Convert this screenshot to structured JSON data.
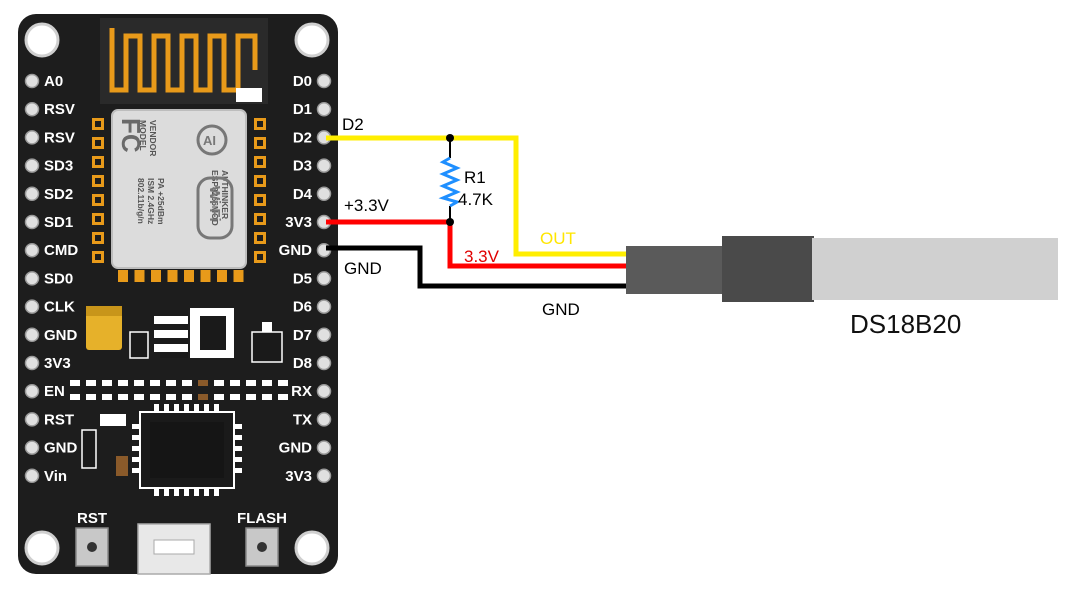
{
  "board": {
    "left_pins": [
      "A0",
      "RSV",
      "RSV",
      "SD3",
      "SD2",
      "SD1",
      "CMD",
      "SD0",
      "CLK",
      "GND",
      "3V3",
      "EN",
      "RST",
      "GND",
      "Vin"
    ],
    "right_pins": [
      "D0",
      "D1",
      "D2",
      "D3",
      "D4",
      "3V3",
      "GND",
      "D5",
      "D6",
      "D7",
      "D8",
      "RX",
      "TX",
      "GND",
      "3V3"
    ],
    "rst_button_label": "RST",
    "flash_button_label": "FLASH",
    "module": {
      "line1": "MODEL",
      "line2": "VENDOR",
      "line3": "ESP8266MOD",
      "line4": "AI-THINKER",
      "line5": "ISM 2.4GHz",
      "line6": "PA +25dBm",
      "line7": "802.11b/g/n",
      "fc_mark": "FC",
      "wifi_mark": "Wi Fi",
      "ai_mark": "AI"
    }
  },
  "wires": {
    "d2_label": "D2",
    "plus33_label": "+3.3V",
    "gnd_label": "GND",
    "out_label": "OUT",
    "v33_label": "3.3V",
    "gnd2_label": "GND"
  },
  "resistor": {
    "name": "R1",
    "value": "4.7K"
  },
  "sensor": {
    "label": "DS18B20"
  },
  "colors": {
    "board": "#1d1d1d",
    "wire_signal": "#ffee00",
    "wire_power": "#ff0000",
    "wire_ground": "#000000",
    "out_text": "#ffe600",
    "v33_text": "#e00000",
    "resistor": "#1f8fff",
    "antenna": "#e89a1a",
    "probe_cable": "#5a5a5a",
    "probe_body": "#d0d0d0"
  }
}
